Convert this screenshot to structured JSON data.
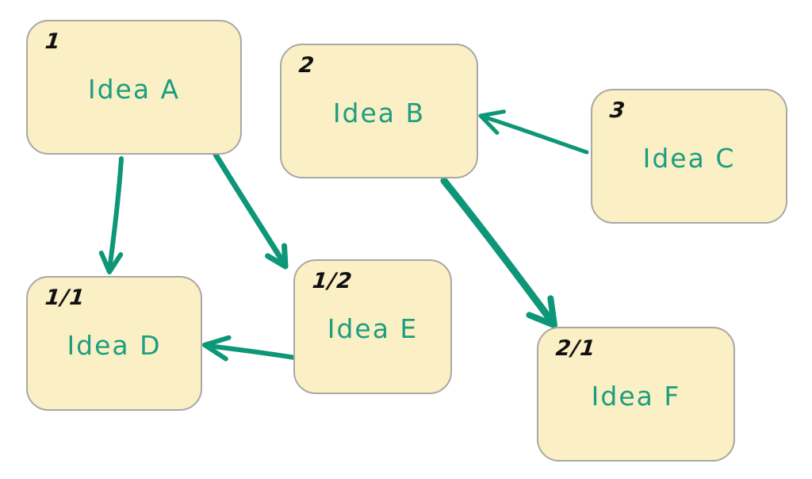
{
  "diagram": {
    "type": "idea-map",
    "background_color": "#ffffff",
    "note_fill_color": "#faefc5",
    "note_border_color": "#a8a8a4",
    "label_color": "#1d9e81",
    "arrow_color": "#0d9678",
    "number_color": "#111111"
  },
  "nodes": [
    {
      "id": "a",
      "number": "1",
      "label": "Idea A"
    },
    {
      "id": "b",
      "number": "2",
      "label": "Idea B"
    },
    {
      "id": "c",
      "number": "3",
      "label": "Idea C"
    },
    {
      "id": "d",
      "number": "1/1",
      "label": "Idea D"
    },
    {
      "id": "e",
      "number": "1/2",
      "label": "Idea E"
    },
    {
      "id": "f",
      "number": "2/1",
      "label": "Idea F"
    }
  ],
  "edges": [
    {
      "from": "Idea A",
      "to": "Idea D"
    },
    {
      "from": "Idea A",
      "to": "Idea E"
    },
    {
      "from": "Idea C",
      "to": "Idea B"
    },
    {
      "from": "Idea B",
      "to": "Idea F"
    },
    {
      "from": "Idea E",
      "to": "Idea D"
    }
  ]
}
